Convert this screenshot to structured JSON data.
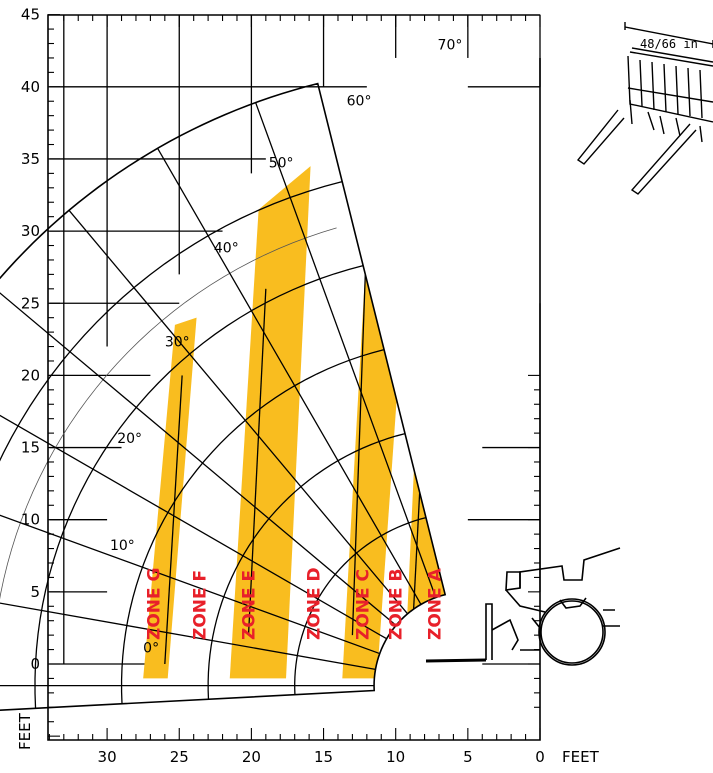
{
  "chart_data": {
    "type": "load-chart",
    "x_axis": {
      "label": "FEET",
      "ticks": [
        30,
        25,
        20,
        15,
        10,
        5,
        0
      ],
      "range": [
        0,
        34
      ]
    },
    "y_axis": {
      "label": "FEET",
      "ticks": [
        45,
        40,
        35,
        30,
        25,
        20,
        15,
        10,
        5,
        0
      ],
      "range": [
        -5,
        45
      ]
    },
    "boom_angles": [
      "0°",
      "10°",
      "20°",
      "30°",
      "40°",
      "50°",
      "60°",
      "70°"
    ],
    "zones": [
      {
        "name": "ZONE A",
        "color": "#ffffff"
      },
      {
        "name": "ZONE B",
        "color": "#f9bd1f"
      },
      {
        "name": "ZONE C",
        "color": "#ffffff"
      },
      {
        "name": "ZONE D",
        "color": "#f9bd1f"
      },
      {
        "name": "ZONE E",
        "color": "#ffffff"
      },
      {
        "name": "ZONE F",
        "color": "#f9bd1f"
      },
      {
        "name": "ZONE G",
        "color": "#ffffff"
      }
    ],
    "zone_fill": "#f9bd1f",
    "zone_label_color": "#e8202a",
    "attachment_label": "48/66 in",
    "grid": true
  }
}
